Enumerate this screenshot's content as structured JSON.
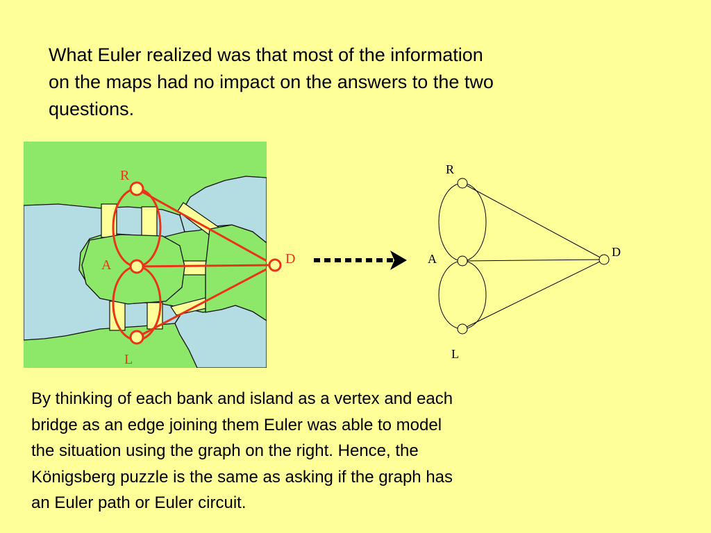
{
  "intro": {
    "lines": [
      "What Euler realized was that most of the information",
      "on the maps had no impact on the answers to the two",
      "questions."
    ]
  },
  "map": {
    "vertex_labels": {
      "R": "R",
      "A": "A",
      "D": "D",
      "L": "L"
    },
    "colors": {
      "land": "#8de86a",
      "water": "#b4dde3",
      "bridge": "#ffff99",
      "overlay": "#e8351a"
    }
  },
  "graph": {
    "vertices": [
      {
        "id": "R",
        "label": "R"
      },
      {
        "id": "A",
        "label": "A"
      },
      {
        "id": "D",
        "label": "D"
      },
      {
        "id": "L",
        "label": "L"
      }
    ],
    "edges": [
      [
        "R",
        "A"
      ],
      [
        "R",
        "A"
      ],
      [
        "A",
        "L"
      ],
      [
        "A",
        "L"
      ],
      [
        "R",
        "D"
      ],
      [
        "A",
        "D"
      ],
      [
        "L",
        "D"
      ]
    ]
  },
  "caption": {
    "lines": [
      "By thinking of each bank and island as a vertex and each",
      "bridge as an edge joining them Euler was able to model",
      "the situation using the graph on the right.  Hence, the",
      "Königsberg puzzle is the same as asking if the graph has",
      "an Euler path or Euler circuit."
    ]
  }
}
